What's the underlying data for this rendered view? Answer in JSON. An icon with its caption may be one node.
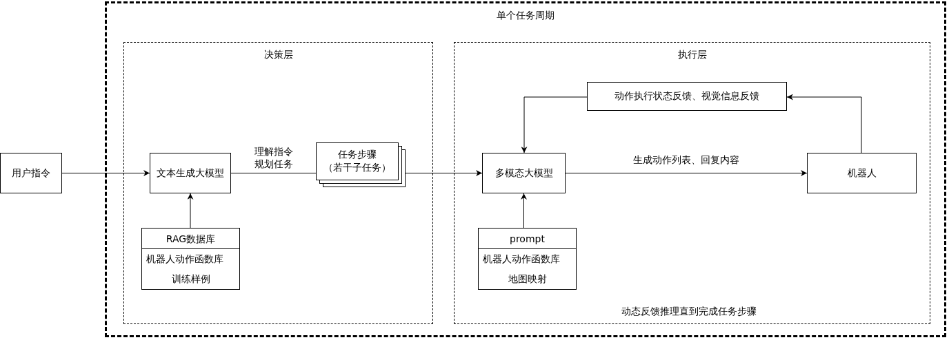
{
  "diagram": {
    "nodes": [
      {
        "text": [
          "单个任务周期"
        ]
      },
      {
        "text": [
          "决策层"
        ],
        "in": 0
      },
      {
        "text": [
          "执行层",
          "动态反馈推理直到完成任务步骤"
        ],
        "in": 0
      },
      {
        "text": [
          "用户指令"
        ]
      },
      {
        "text": [
          "文本生成大模型"
        ],
        "in": 1
      },
      {
        "text": [
          "RAG数据库",
          "机器人动作函数库",
          "训练样例"
        ],
        "in": 1
      },
      {
        "text": [
          "任务步骤（若干子任务）"
        ],
        "in": 1
      },
      {
        "text": [
          "动作执行状态反馈、视觉信息反馈"
        ],
        "in": 2
      },
      {
        "text": [
          "多模态大模型"
        ],
        "in": 2
      },
      {
        "text": [
          "机器人"
        ],
        "in": 2
      },
      {
        "text": [
          "prompt",
          "机器人动作函数库",
          "地图映射"
        ],
        "in": 2
      }
    ],
    "edges": [
      {
        "from": 3,
        "to": 4,
        "arrow": "to"
      },
      {
        "from": 5,
        "to": 4,
        "arrow": "to"
      },
      {
        "from": 4,
        "to": 6,
        "arrow": "none",
        "label": "理解指令规划任务"
      },
      {
        "from": 6,
        "to": 8,
        "arrow": "to"
      },
      {
        "from": 8,
        "to": 9,
        "arrow": "to",
        "label": "生成动作列表、回复内容"
      },
      {
        "from": 9,
        "to": 7,
        "arrow": "to"
      },
      {
        "from": 7,
        "to": 8,
        "arrow": "to"
      },
      {
        "from": 10,
        "to": 8,
        "arrow": "to"
      }
    ]
  }
}
